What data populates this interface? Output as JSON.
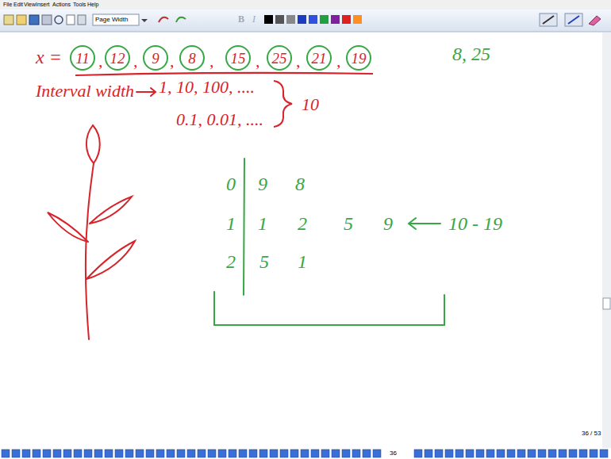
{
  "diagram": {
    "nodes": [
      {
        "text": [
          "11"
        ]
      },
      {
        "text": [
          "12"
        ]
      },
      {
        "text": [
          "9"
        ]
      },
      {
        "text": [
          "8"
        ]
      },
      {
        "text": [
          "15"
        ]
      },
      {
        "text": [
          "25"
        ]
      },
      {
        "text": [
          "21"
        ]
      },
      {
        "text": [
          "19"
        ]
      }
    ],
    "labels": [
      "File",
      "Edit",
      "View",
      "Insert",
      "Actions",
      "Tools",
      "Help",
      "Page Width",
      "B",
      "I",
      "x =",
      ",",
      ",",
      ",",
      ",",
      ",",
      ",",
      ",",
      "8, 25",
      "Interval width",
      "1, 10, 100, ....",
      "0.1, 0.01, ....",
      "10",
      "0",
      "9",
      "8",
      "1",
      "1",
      "2",
      "5",
      "9",
      "10 - 19",
      "2",
      "5",
      "1",
      "36 / 53",
      "36"
    ]
  }
}
